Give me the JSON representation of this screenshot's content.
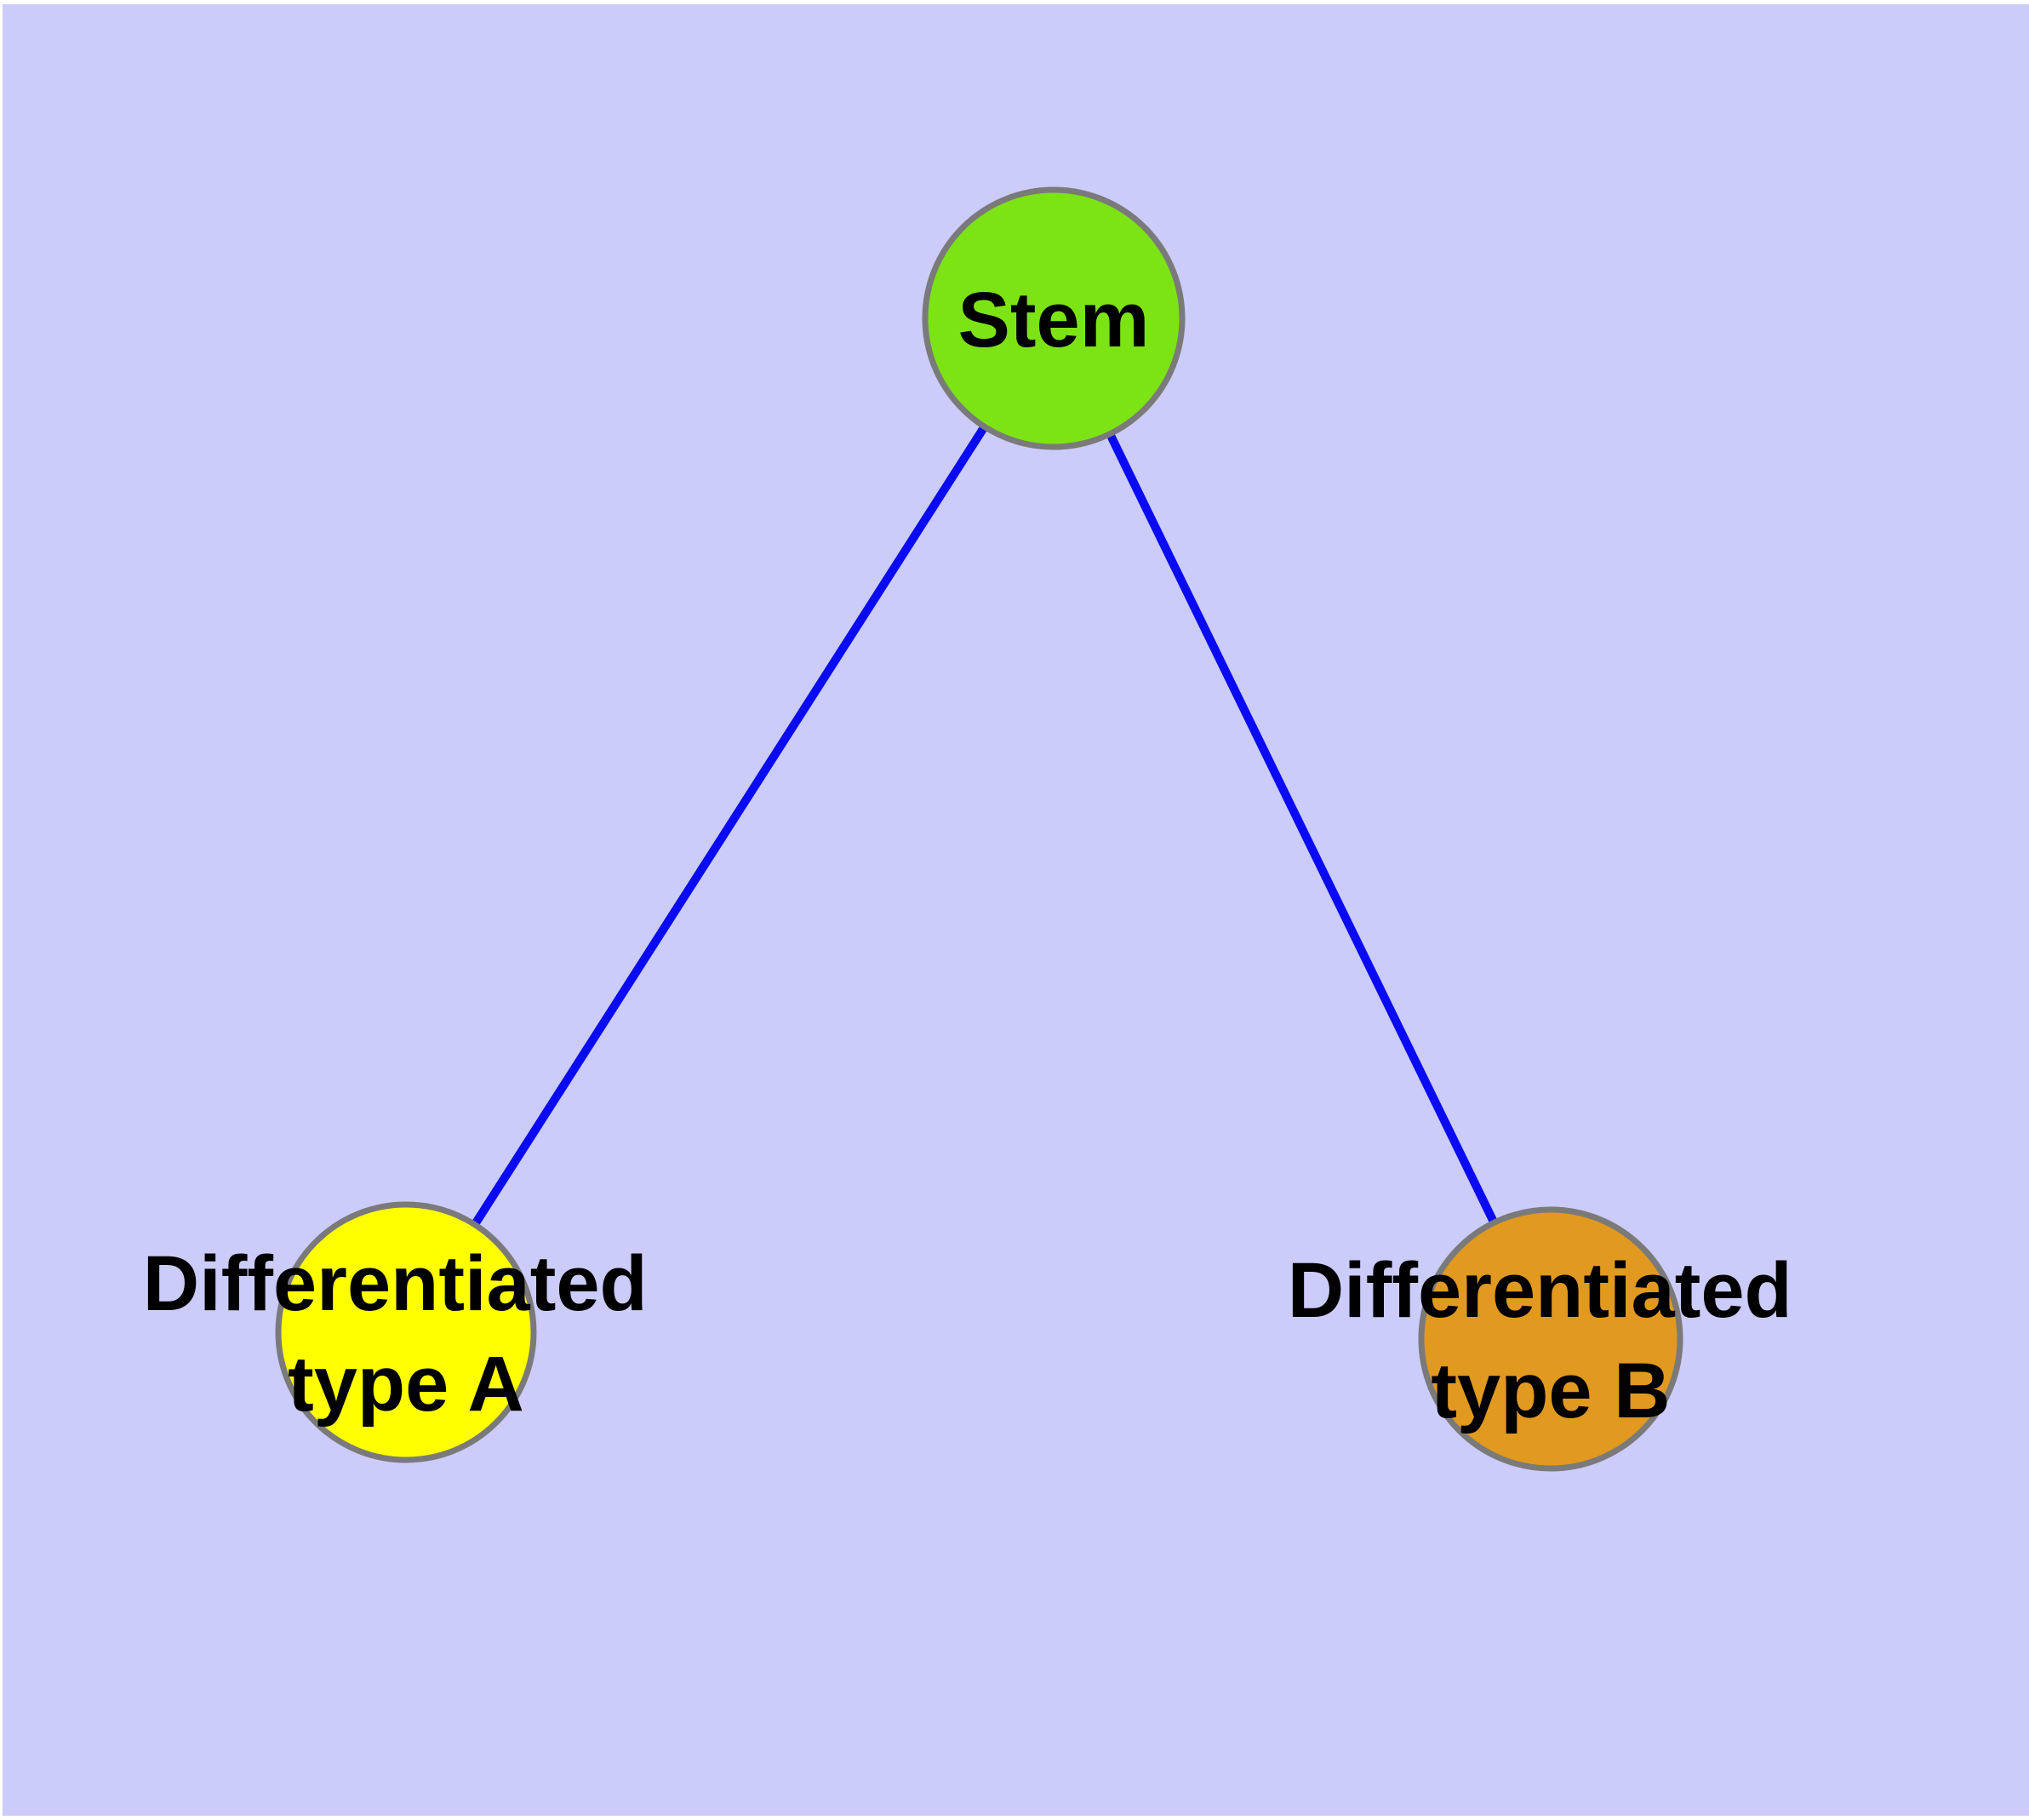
{
  "diagram": {
    "type": "node-link-graph",
    "description": "Stem cell differentiation graph: one stem node with edges to two differentiated cell type nodes",
    "background_color": "#cbccf9",
    "page_margin_color": "#ffffff",
    "edge_color": "#0a0af5",
    "node_border_color": "#7a7a7a",
    "label_color": "#000000",
    "nodes": [
      {
        "id": "stem",
        "label": "Stem",
        "fill_color": "#7ce414"
      },
      {
        "id": "differentiated-type-a",
        "label": "Differentiated type A",
        "label_line1": "Differentiated",
        "label_line2": "type A",
        "fill_color": "#ffff00"
      },
      {
        "id": "differentiated-type-b",
        "label": "Differentiated type B",
        "label_line1": "Differentiated",
        "label_line2": "type B",
        "fill_color": "#e1991f"
      }
    ],
    "edges": [
      {
        "from": "stem",
        "to": "differentiated-type-a"
      },
      {
        "from": "stem",
        "to": "differentiated-type-b"
      }
    ]
  }
}
